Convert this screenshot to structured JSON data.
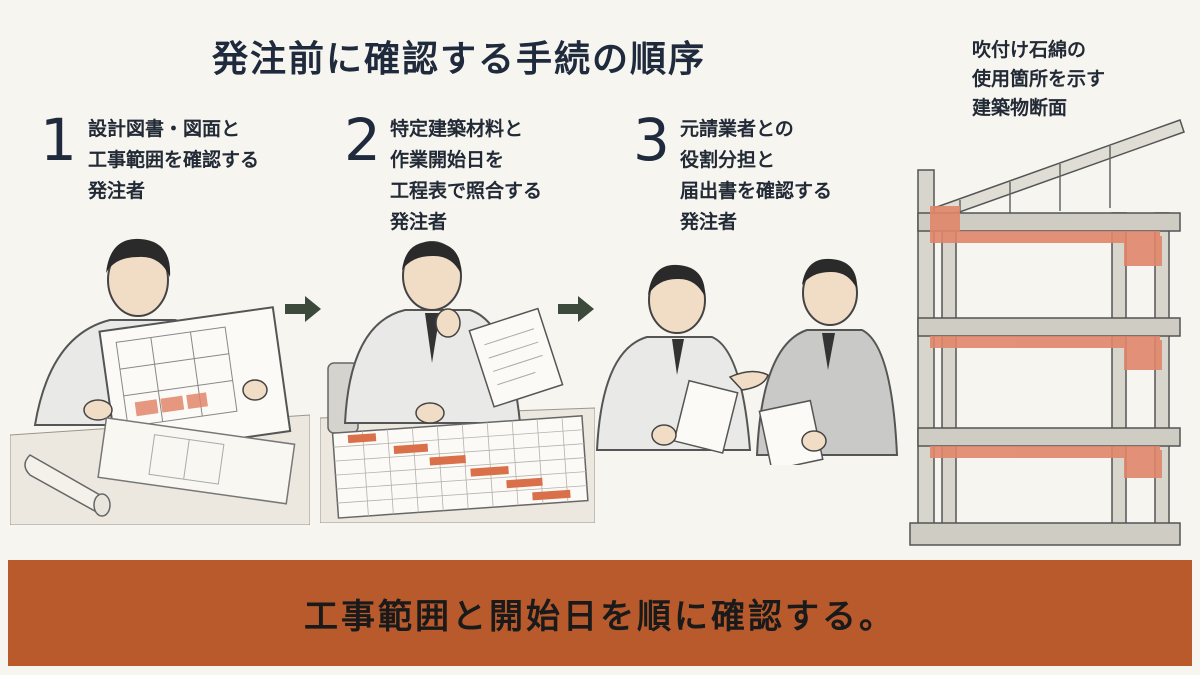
{
  "title": "発注前に確認する手続の順序",
  "steps": [
    {
      "number": "1",
      "lines": [
        "設計図書・図面と",
        "工事範囲を確認する",
        "発注者"
      ]
    },
    {
      "number": "2",
      "lines": [
        "特定建築材料と",
        "作業開始日を",
        "工程表で照合する",
        "発注者"
      ]
    },
    {
      "number": "3",
      "lines": [
        "元請業者との",
        "役割分担と",
        "届出書を確認する",
        "発注者"
      ]
    }
  ],
  "side_illustration": {
    "lines": [
      "吹付け石綿の",
      "使用箇所を示す",
      "建築物断面"
    ]
  },
  "banner": "工事範囲と開始日を順に確認する。",
  "colors": {
    "accent": "#b85a2c",
    "highlight": "#e0866a",
    "arrow": "#3b4a3a",
    "ink": "#1f2a3c"
  }
}
